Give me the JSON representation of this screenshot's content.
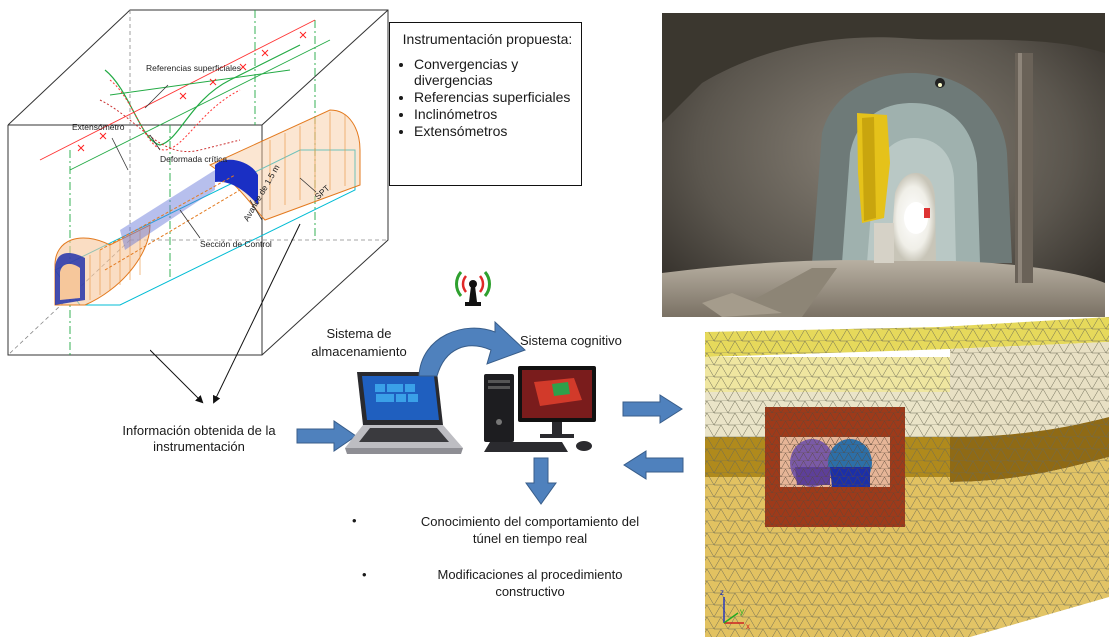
{
  "legend": {
    "title": "Instrumentación propuesta:",
    "items": [
      "Convergencias y divergencias",
      "Referencias superficiales",
      "Inclinómetros",
      "Extensómetros"
    ]
  },
  "diagram": {
    "ref_superficiales": "Referencias superficiales",
    "extensometro": "Extensómetro",
    "deformada": "Deformada crítica",
    "spt": "SPT",
    "avance": "Avance de 1.5 m",
    "seccion": "Sección de Control"
  },
  "flow": {
    "info_label": "Información obtenida de la instrumentación",
    "storage_label": "Sistema de almacenamiento",
    "cognitive_label": "Sistema cognitivo"
  },
  "outcomes": [
    "Conocimiento del comportamiento del túnel en tiempo real",
    "Modificaciones al procedimiento constructivo"
  ],
  "axes": {
    "z": "z",
    "y": "y",
    "x": "x"
  },
  "colors": {
    "arrow_blue": "#4f81bd",
    "arrow_dark": "#385d8a"
  }
}
